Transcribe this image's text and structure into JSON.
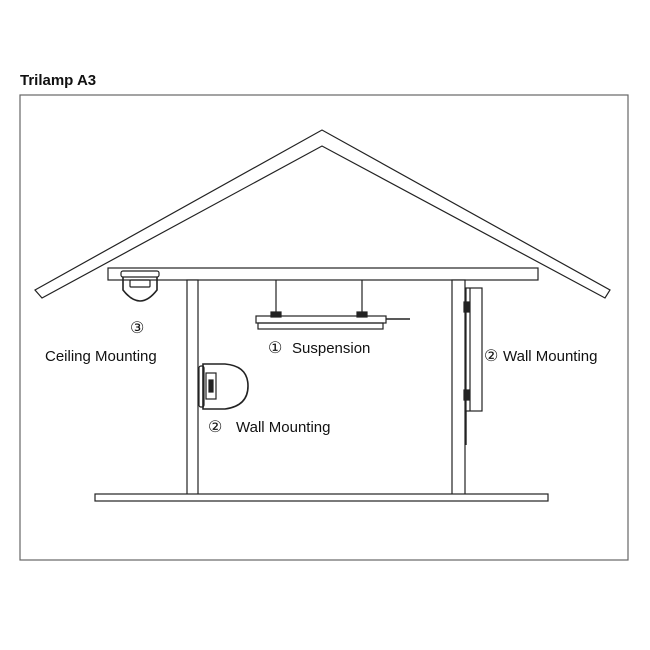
{
  "title": "Trilamp A3",
  "labels": {
    "ceiling_num": "③",
    "ceiling": "Ceiling Mounting",
    "suspension_num": "①",
    "suspension": "Suspension",
    "wall_left_num": "②",
    "wall_left": "Wall Mounting",
    "wall_right_num": "②",
    "wall_right": "Wall Mounting"
  },
  "colors": {
    "line": "#222222",
    "frame": "#555555"
  }
}
